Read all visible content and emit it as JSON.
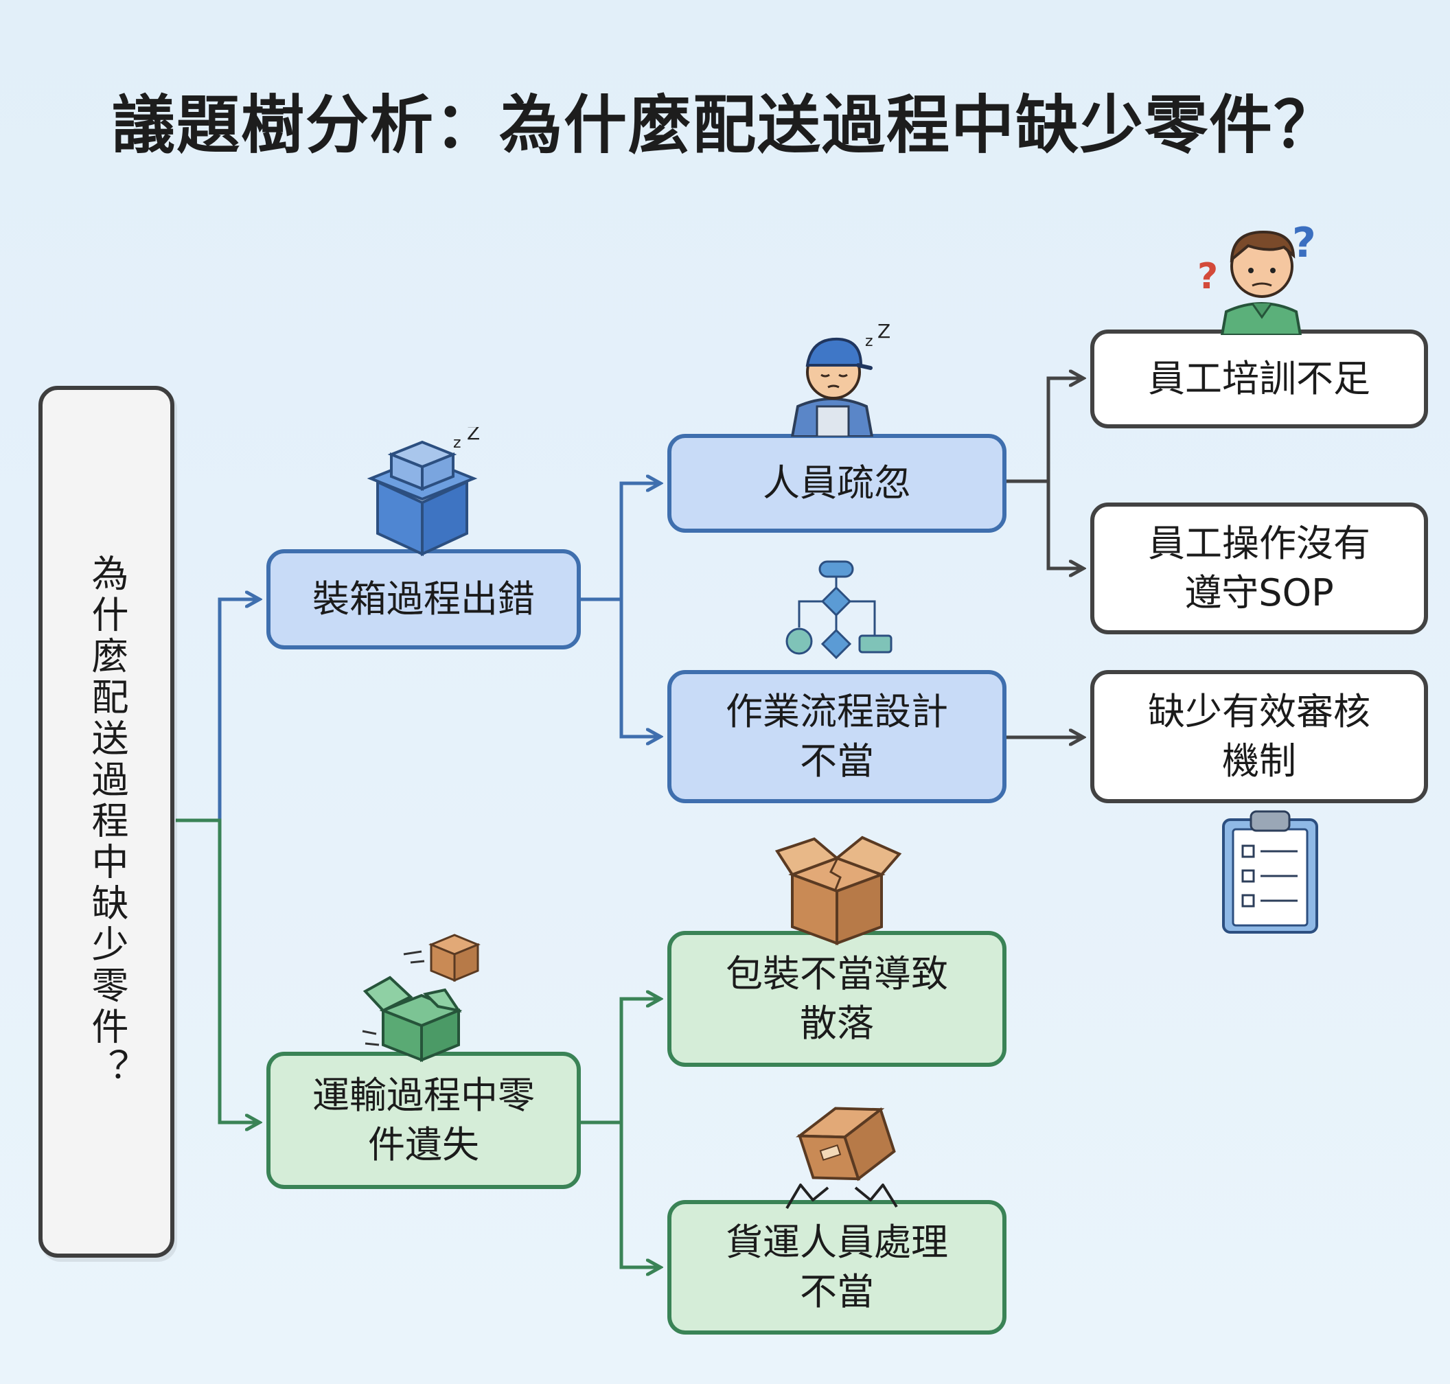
{
  "title": "議題樹分析：為什麼配送過程中缺少零件？",
  "root": {
    "label": "為什麼配送過程中缺少零件？"
  },
  "level1": [
    {
      "label": "裝箱過程出錯"
    },
    {
      "label": "運輸過程中零件遺失"
    }
  ],
  "level2": [
    {
      "label": "人員疏忽"
    },
    {
      "label": "作業流程設計不當"
    },
    {
      "label": "包裝不當導致散落"
    },
    {
      "label": "貨運人員處理不當"
    }
  ],
  "level3": [
    {
      "label": "員工培訓不足"
    },
    {
      "label": "員工操作沒有遵守SOP"
    },
    {
      "label": "缺少有效審核機制"
    }
  ],
  "colors": {
    "blue_branch": "#3f6fae",
    "green_branch": "#3a8356",
    "neutral": "#444444"
  },
  "icons": [
    "sleepy-box-icon",
    "sleepy-worker-icon",
    "confused-person-icon",
    "flowchart-icon",
    "clipboard-checklist-icon",
    "broken-box-icon",
    "tumbling-box-icon",
    "dropped-box-icon"
  ]
}
